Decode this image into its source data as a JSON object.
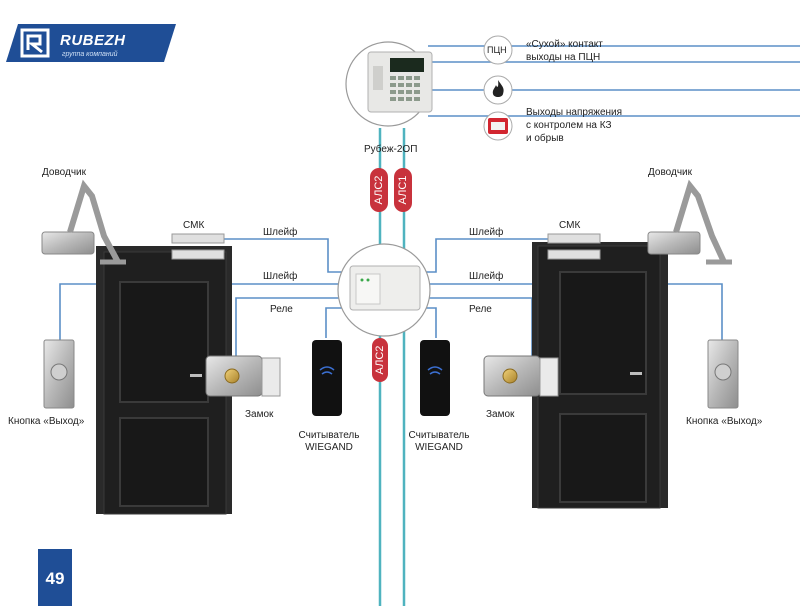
{
  "brand": {
    "name": "RUBEZH",
    "subtitle": "группа компаний"
  },
  "page_number": "49",
  "panel": {
    "label": "Рубеж-2ОП"
  },
  "loops": {
    "alc1": "АЛС1",
    "alc2": "АЛС2",
    "alc2_lower": "АЛС2"
  },
  "outputs": {
    "pcn_icon": "ПЦН",
    "dry_contact": "«Сухой» контакт",
    "pcn_outputs": "выходы на ПЦН",
    "voltage_1": "Выходы напряжения",
    "voltage_2": "с контролем на КЗ",
    "voltage_3": "и обрыв"
  },
  "left": {
    "closer": "Доводчик",
    "smk": "СМК",
    "loop1": "Шлейф",
    "loop2": "Шлейф",
    "relay": "Реле",
    "lock": "Замок",
    "exit_button": "Кнопка «Выход»",
    "reader_1": "Считыватель",
    "reader_2": "WIEGAND"
  },
  "right": {
    "closer": "Доводчик",
    "smk": "СМК",
    "loop1": "Шлейф",
    "loop2": "Шлейф",
    "relay": "Реле",
    "lock": "Замок",
    "exit_button": "Кнопка «Выход»",
    "reader_1": "Считыватель",
    "reader_2": "WIEGAND"
  },
  "colors": {
    "brand_blue": "#1f4e96",
    "bus_teal": "#4fb3bf",
    "wire_blue": "#5b8fc7",
    "loop_red": "#c8323c",
    "door": "#1f1f1f"
  }
}
